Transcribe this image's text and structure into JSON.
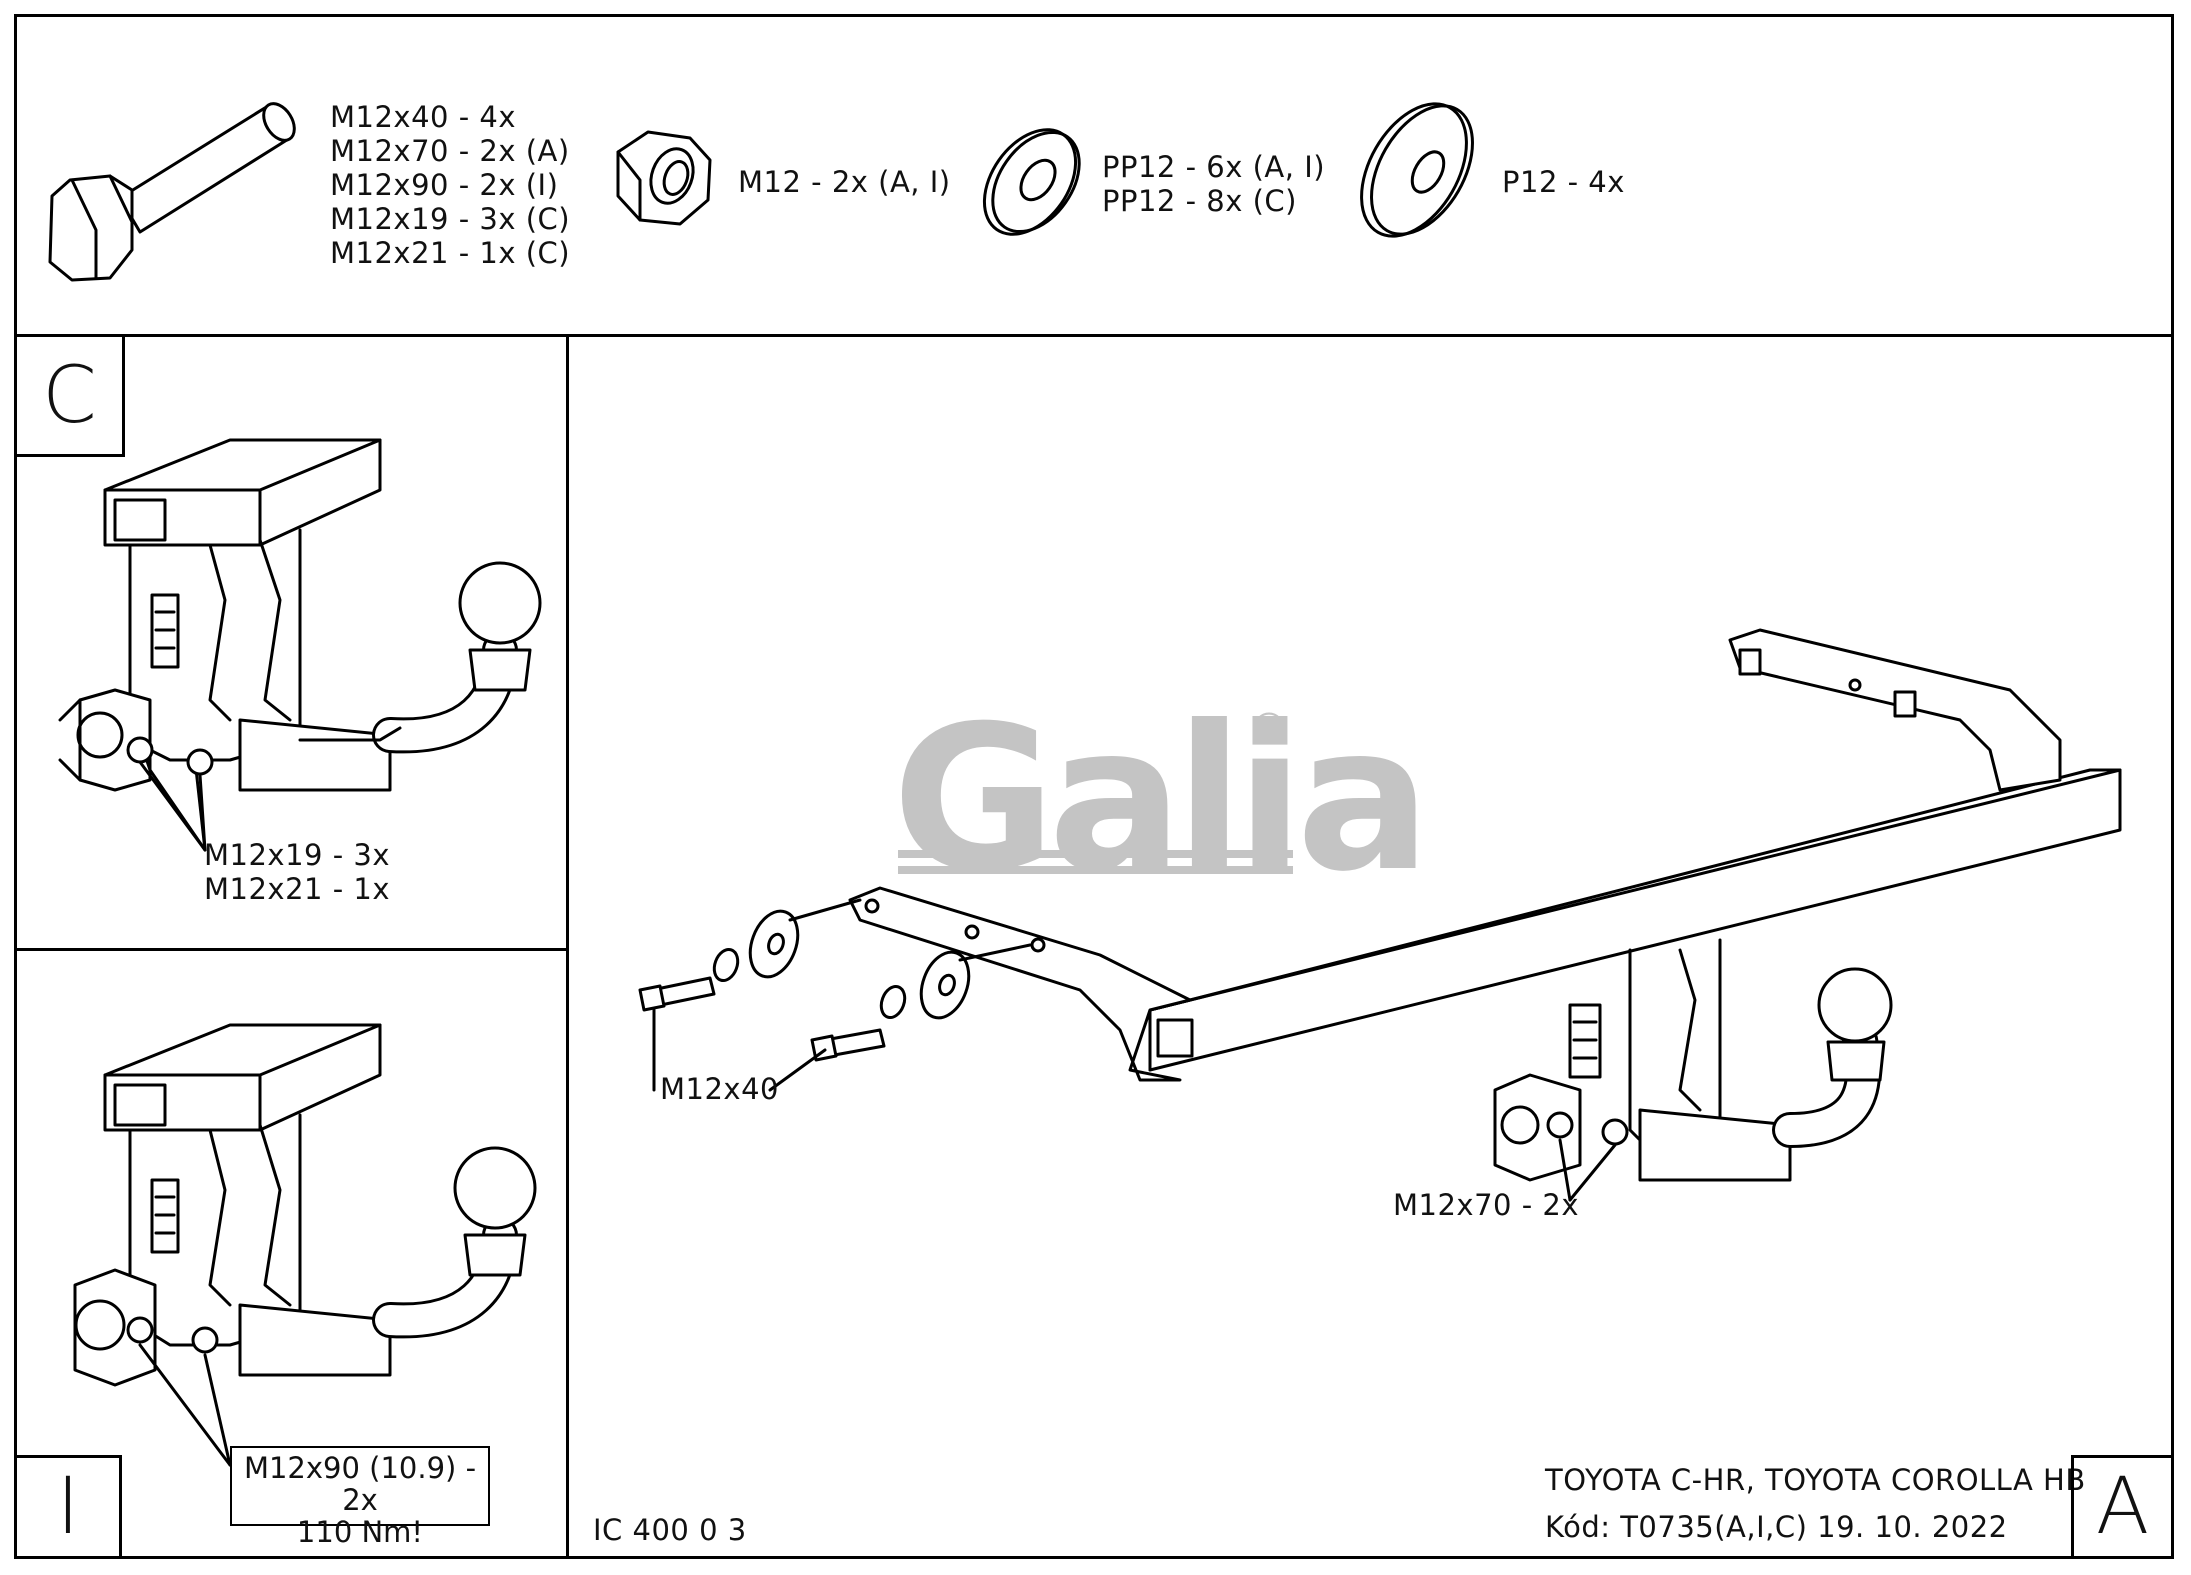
{
  "parts": {
    "bolts": [
      "M12x40 - 4x",
      "M12x70 - 2x (A)",
      "M12x90 - 2x (I)",
      "M12x19 - 3x (C)",
      "M12x21 - 1x (C)"
    ],
    "nut": "M12 - 2x (A, I)",
    "spring_washers": [
      "PP12 - 6x (A, I)",
      "PP12 - 8x (C)"
    ],
    "washer": "P12 - 4x"
  },
  "panel_c": {
    "letter": "C",
    "callouts": [
      "M12x19 - 3x",
      "M12x21 - 1x"
    ]
  },
  "panel_i": {
    "letter": "I",
    "callouts": [
      "M12x90 (10.9) - 2x",
      "110 Nm!"
    ]
  },
  "panel_a": {
    "letter": "A",
    "callout_bolt": "M12x40",
    "callout_right": "M12x70 - 2x",
    "code": "IC 400 0 3",
    "vehicle": "TOYOTA C-HR, TOYOTA COROLLA HB",
    "kod": "Kód: T0735(A,I,C)  19. 10. 2022",
    "logo_text": "Galia",
    "logo_mark": "®"
  }
}
